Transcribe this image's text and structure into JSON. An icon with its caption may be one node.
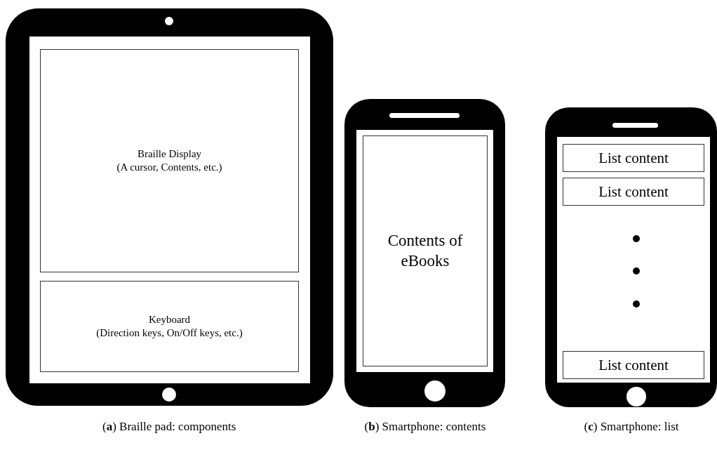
{
  "diagram": {
    "nodes": [
      {
        "text": [],
        "shape": "picture",
        "beside": [
          "(**a**) Braille pad: components"
        ]
      },
      {
        "text": [
          "Braille Display",
          "(A cursor, Contents, etc.)"
        ],
        "in": 0
      },
      {
        "text": [
          "Keyboard",
          "(Direction keys, On/Off keys, etc.)"
        ],
        "in": 0
      },
      {
        "text": [],
        "shape": "picture",
        "beside": [
          "(**b**) Smartphone: contents"
        ]
      },
      {
        "text": [
          "Contents of eBooks"
        ],
        "in": 3
      },
      {
        "text": [],
        "shape": "picture",
        "beside": [
          "(**c**) Smartphone: list"
        ]
      },
      {
        "text": [
          "List content"
        ],
        "in": 5
      },
      {
        "text": [
          "List content"
        ],
        "in": 5
      },
      {
        "text": [
          "List content"
        ],
        "in": 5
      }
    ],
    "edges": []
  }
}
